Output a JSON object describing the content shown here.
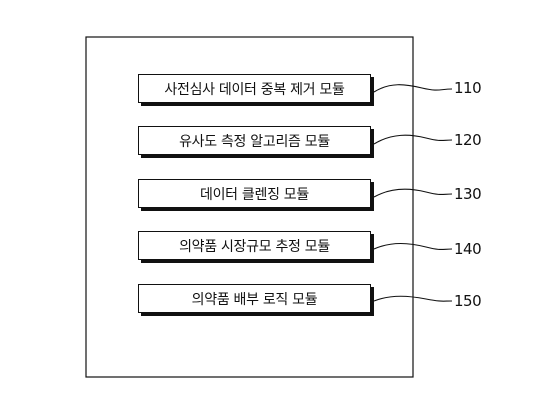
{
  "modules": [
    {
      "label": "사전심사 데이터 중복 제거 모듈",
      "ref": "110"
    },
    {
      "label": "유사도 측정 알고리즘 모듈",
      "ref": "120"
    },
    {
      "label": "데이터 클렌징 모듈",
      "ref": "130"
    },
    {
      "label": "의약품 시장규모 추정 모듈",
      "ref": "140"
    },
    {
      "label": "의약품 배부 로직 모듈",
      "ref": "150"
    }
  ]
}
